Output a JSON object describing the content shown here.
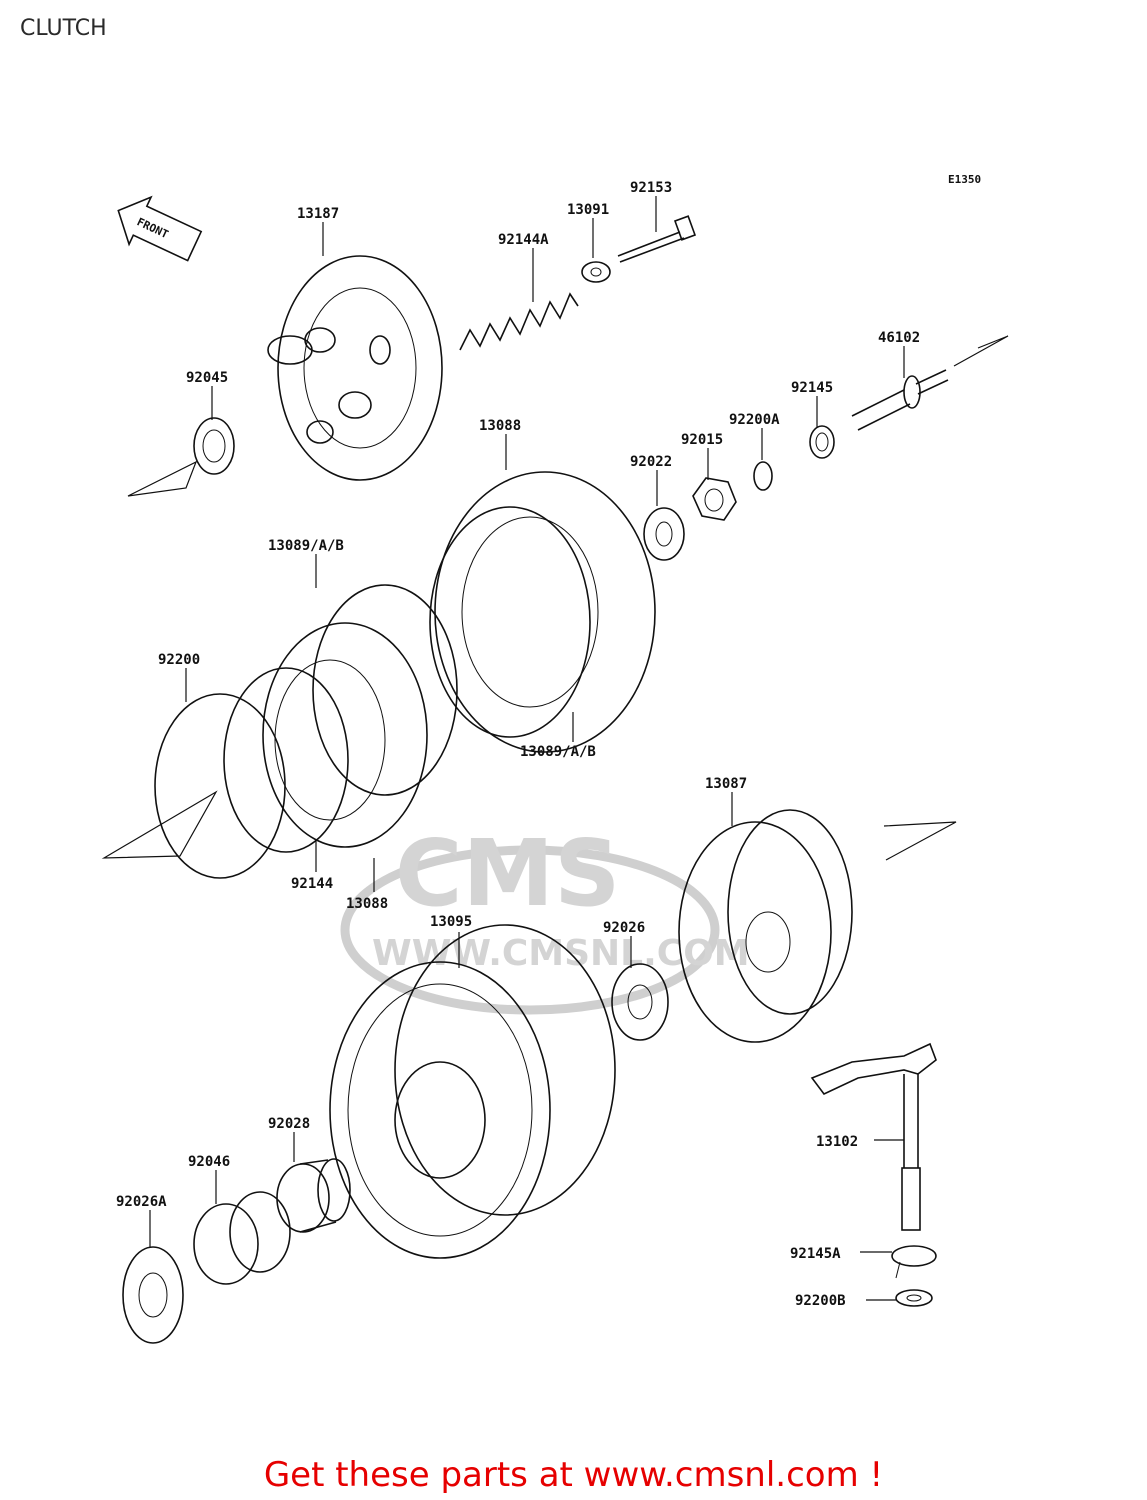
{
  "title": "CLUTCH",
  "drawing_code": "E1350",
  "direction_arrow": "FRONT",
  "watermark": {
    "logo": "CMS",
    "url": "WWW.CMSNL.COM"
  },
  "footer": "Get these parts at www.cmsnl.com !",
  "parts": [
    {
      "id": "13187",
      "label": "13187"
    },
    {
      "id": "13091",
      "label": "13091"
    },
    {
      "id": "92153",
      "label": "92153"
    },
    {
      "id": "92144A",
      "label": "92144A"
    },
    {
      "id": "46102",
      "label": "46102"
    },
    {
      "id": "92045",
      "label": "92045"
    },
    {
      "id": "92145",
      "label": "92145"
    },
    {
      "id": "92200A",
      "label": "92200A"
    },
    {
      "id": "92015",
      "label": "92015"
    },
    {
      "id": "92022",
      "label": "92022"
    },
    {
      "id": "13088-top",
      "label": "13088"
    },
    {
      "id": "13089-left",
      "label": "13089/A/B"
    },
    {
      "id": "92200",
      "label": "92200"
    },
    {
      "id": "13089-right",
      "label": "13089/A/B"
    },
    {
      "id": "13087",
      "label": "13087"
    },
    {
      "id": "92144",
      "label": "92144"
    },
    {
      "id": "13088-bottom",
      "label": "13088"
    },
    {
      "id": "13095",
      "label": "13095"
    },
    {
      "id": "92026",
      "label": "92026"
    },
    {
      "id": "92028",
      "label": "92028"
    },
    {
      "id": "92046",
      "label": "92046"
    },
    {
      "id": "92026A",
      "label": "92026A"
    },
    {
      "id": "13102",
      "label": "13102"
    },
    {
      "id": "92145A",
      "label": "92145A"
    },
    {
      "id": "92200B",
      "label": "92200B"
    }
  ]
}
